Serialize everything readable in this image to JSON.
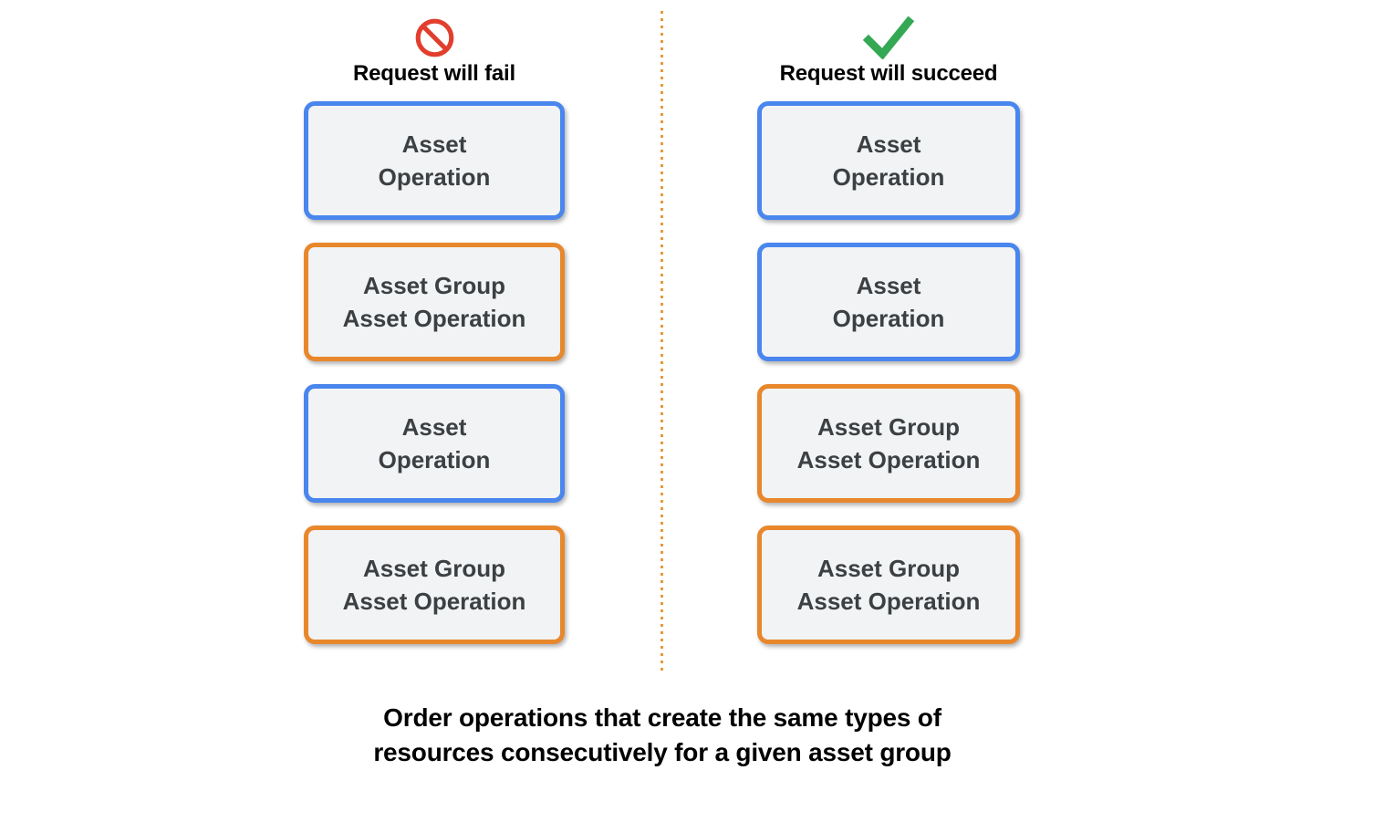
{
  "colors": {
    "blue_border": "#4986ee",
    "orange_border": "#e8872c",
    "box_background": "#f1f3f4",
    "box_text": "#3c4043",
    "fail_icon_red": "#e23e2e",
    "success_check_green": "#34a853",
    "divider_orange": "#e5993d"
  },
  "diagram": {
    "fail_column": {
      "icon": "prohibited-icon",
      "title": "Request will fail",
      "boxes": [
        {
          "line1": "Asset",
          "line2": "Operation"
        },
        {
          "line1": "Asset Group",
          "line2": "Asset Operation"
        },
        {
          "line1": "Asset",
          "line2": "Operation"
        },
        {
          "line1": "Asset Group",
          "line2": "Asset Operation"
        }
      ]
    },
    "success_column": {
      "icon": "checkmark-icon",
      "title": "Request will succeed",
      "boxes": [
        {
          "line1": "Asset",
          "line2": "Operation"
        },
        {
          "line1": "Asset",
          "line2": "Operation"
        },
        {
          "line1": "Asset Group",
          "line2": "Asset Operation"
        },
        {
          "line1": "Asset Group",
          "line2": "Asset Operation"
        }
      ]
    },
    "caption_line1": "Order operations that create the same types of",
    "caption_line2": "resources consecutively for a given asset group"
  }
}
